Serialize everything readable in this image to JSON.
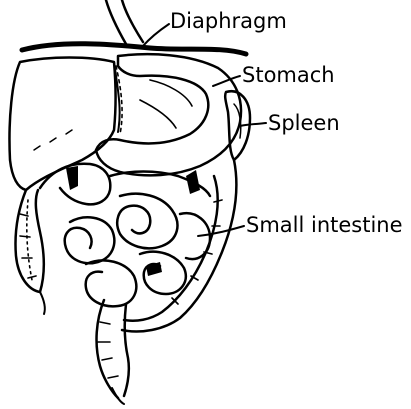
{
  "diagram": {
    "labels": {
      "diaphragm": "Diaphragm",
      "stomach": "Stomach",
      "spleen": "Spleen",
      "small_intestine": "Small intestine"
    },
    "colors": {
      "ink": "#000000",
      "paper": "#ffffff"
    }
  }
}
